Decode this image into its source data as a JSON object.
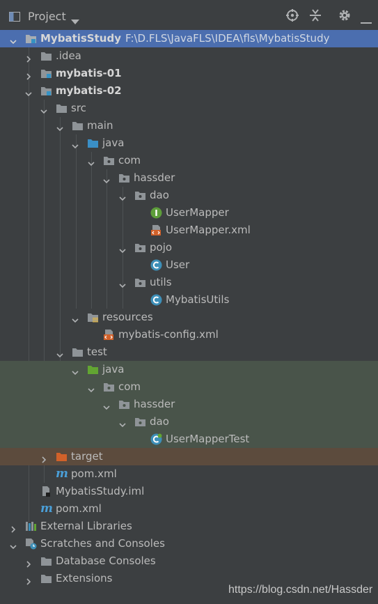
{
  "toolbar": {
    "title": "Project",
    "icons": [
      "locate-icon",
      "collapse-all-icon",
      "gear-icon",
      "minimize-icon"
    ]
  },
  "tree": {
    "rows": [
      {
        "label": "MybatisStudy",
        "path": "F:\\D.FLS\\JavaFLS\\IDEA\\fls\\MybatisStudy",
        "icon": "module-folder"
      },
      {
        "label": ".idea",
        "icon": "folder"
      },
      {
        "label": "mybatis-01",
        "icon": "module-folder"
      },
      {
        "label": "mybatis-02",
        "icon": "module-folder"
      },
      {
        "label": "src",
        "icon": "folder"
      },
      {
        "label": "main",
        "icon": "folder"
      },
      {
        "label": "java",
        "icon": "source-folder"
      },
      {
        "label": "com",
        "icon": "package"
      },
      {
        "label": "hassder",
        "icon": "package"
      },
      {
        "label": "dao",
        "icon": "package"
      },
      {
        "label": "UserMapper",
        "icon": "interface"
      },
      {
        "label": "UserMapper.xml",
        "icon": "xml-file"
      },
      {
        "label": "pojo",
        "icon": "package"
      },
      {
        "label": "User",
        "icon": "class"
      },
      {
        "label": "utils",
        "icon": "package"
      },
      {
        "label": "MybatisUtils",
        "icon": "class"
      },
      {
        "label": "resources",
        "icon": "resources-folder"
      },
      {
        "label": "mybatis-config.xml",
        "icon": "xml-file"
      },
      {
        "label": "test",
        "icon": "folder"
      },
      {
        "label": "java",
        "icon": "test-source-folder"
      },
      {
        "label": "com",
        "icon": "package"
      },
      {
        "label": "hassder",
        "icon": "package"
      },
      {
        "label": "dao",
        "icon": "package"
      },
      {
        "label": "UserMapperTest",
        "icon": "test-class"
      },
      {
        "label": "target",
        "icon": "excluded-folder"
      },
      {
        "label": "pom.xml",
        "icon": "maven-file"
      },
      {
        "label": "MybatisStudy.iml",
        "icon": "iml-file"
      },
      {
        "label": "pom.xml",
        "icon": "maven-file"
      },
      {
        "label": "External Libraries",
        "icon": "libraries"
      },
      {
        "label": "Scratches and Consoles",
        "icon": "scratches"
      },
      {
        "label": "Database Consoles",
        "icon": "folder"
      },
      {
        "label": "Extensions",
        "icon": "folder"
      }
    ]
  },
  "watermark": "https://blog.csdn.net/Hassder",
  "colors": {
    "background": "#3c3f41",
    "selection": "#4b6eaf",
    "test_band": "#49544a",
    "excluded_band": "#5c4b3d",
    "text": "#bbbbbb"
  }
}
